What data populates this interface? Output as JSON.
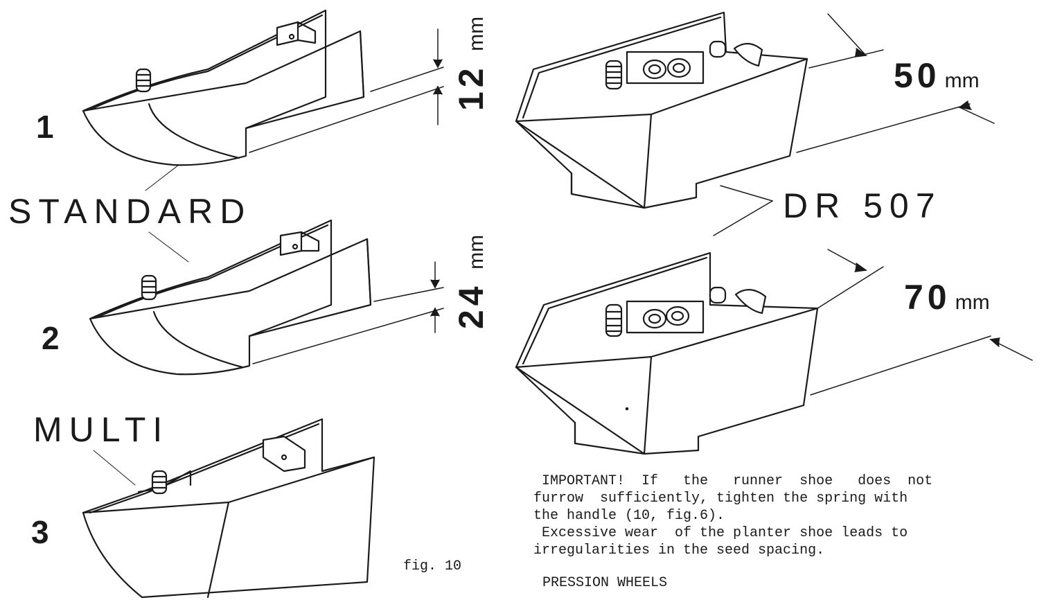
{
  "figure": {
    "caption": "fig. 10",
    "labels": {
      "standard": "STANDARD",
      "multi": "MULTI",
      "dr507": "DR 507"
    },
    "shoes": [
      {
        "number": "1",
        "dimension": "12",
        "unit": "mm"
      },
      {
        "number": "2",
        "dimension": "24",
        "unit": "mm"
      },
      {
        "number": "3"
      }
    ],
    "dr507_shoes": [
      {
        "dimension": "50",
        "unit": "mm"
      },
      {
        "dimension": "70",
        "unit": "mm"
      }
    ]
  },
  "text": {
    "lines": [
      " IMPORTANT!  If   the   runner  shoe   does  not",
      "furrow  sufficiently, tighten the spring with",
      "the handle (10, fig.6).",
      " Excessive wear  of the planter shoe leads to",
      "irregularities in the seed spacing."
    ],
    "section_heading": "PRESSION WHEELS"
  }
}
